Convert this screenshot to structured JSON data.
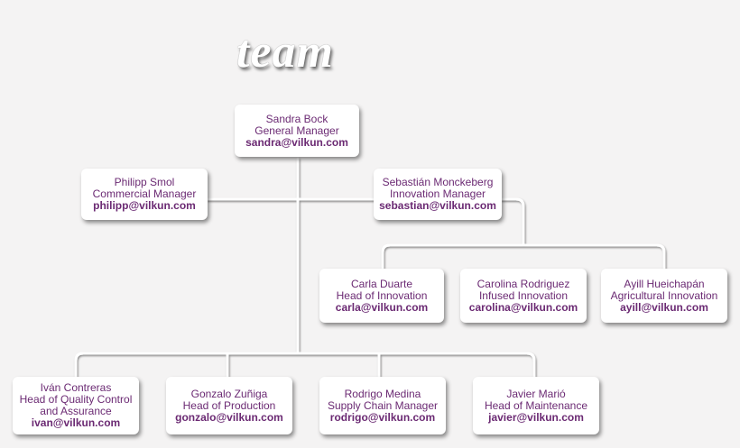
{
  "title": "team",
  "colors": {
    "text": "#6b2a73",
    "line": "#ffffff",
    "line_shadow": "#9a9a9a",
    "background": "#f4f3f3"
  },
  "nodes": {
    "sandra": {
      "lines": [
        "Sandra Bock",
        "General Manager"
      ],
      "email": "sandra@vilkun.com"
    },
    "philipp": {
      "lines": [
        "Philipp Smol",
        "Commercial Manager"
      ],
      "email": "philipp@vilkun.com"
    },
    "sebastian": {
      "lines": [
        "Sebastián Monckeberg",
        "Innovation Manager"
      ],
      "email": "sebastian@vilkun.com"
    },
    "carla": {
      "lines": [
        "Carla Duarte",
        "Head of Innovation"
      ],
      "email": "carla@vilkun.com"
    },
    "carolina": {
      "lines": [
        "Carolina Rodriguez",
        "Infused Innovation"
      ],
      "email": "carolina@vilkun.com"
    },
    "ayill": {
      "lines": [
        "Ayill Hueichapán",
        "Agricultural Innovation"
      ],
      "email": "ayill@vilkun.com"
    },
    "ivan": {
      "lines": [
        "Iván Contreras",
        "Head of Quality Control",
        "and Assurance"
      ],
      "email": "ivan@vilkun.com"
    },
    "gonzalo": {
      "lines": [
        "Gonzalo Zuñiga",
        "Head of Production"
      ],
      "email": "gonzalo@vilkun.com"
    },
    "rodrigo": {
      "lines": [
        "Rodrigo Medina",
        "Supply Chain Manager"
      ],
      "email": "rodrigo@vilkun.com"
    },
    "javier": {
      "lines": [
        "Javier Marió",
        "Head of Maintenance"
      ],
      "email": "javier@vilkun.com"
    }
  }
}
